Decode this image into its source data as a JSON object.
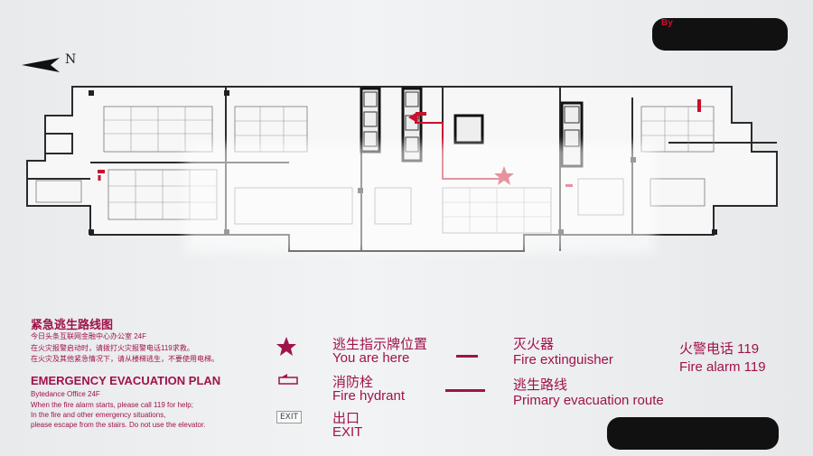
{
  "compass": {
    "north_label": "N"
  },
  "header": {
    "byline_visible": "By"
  },
  "plan_labels": {
    "exit_label": "EXIT"
  },
  "legend": {
    "cn_title": "紧急逃生路线图",
    "cn_office": "今日头条互联网金融中心办公室  24F",
    "cn_line1": "在火灾报警启动时，请拨打火灾报警电话119求救。",
    "cn_line2": "在火灾及其他紧急情况下，请从楼梯逃生，不要使用电梯。",
    "en_title": "EMERGENCY EVACUATION PLAN",
    "en_office": "Bytedance Office  24F",
    "en_line1": "When the fire alarm starts, please call 119 for help;",
    "en_line2": "In the fire and other emergency situations,",
    "en_line3": "please escape from the stairs. Do not use the elevator.",
    "items": {
      "you_are_here_cn": "逃生指示牌位置",
      "you_are_here_en": "You are here",
      "hydrant_cn": "消防栓",
      "hydrant_en": "Fire hydrant",
      "exit_icon": "EXIT",
      "exit_cn": "出口",
      "exit_en": "EXIT",
      "extinguisher_cn": "灭火器",
      "extinguisher_en": "Fire extinguisher",
      "route_cn": "逃生路线",
      "route_en": "Primary evacuation route",
      "alarm_cn": "火警电话 119",
      "alarm_en": "Fire alarm  119"
    }
  },
  "colors": {
    "accent": "#a0124a",
    "route": "#c8102e",
    "wall": "#2b2b2b"
  }
}
